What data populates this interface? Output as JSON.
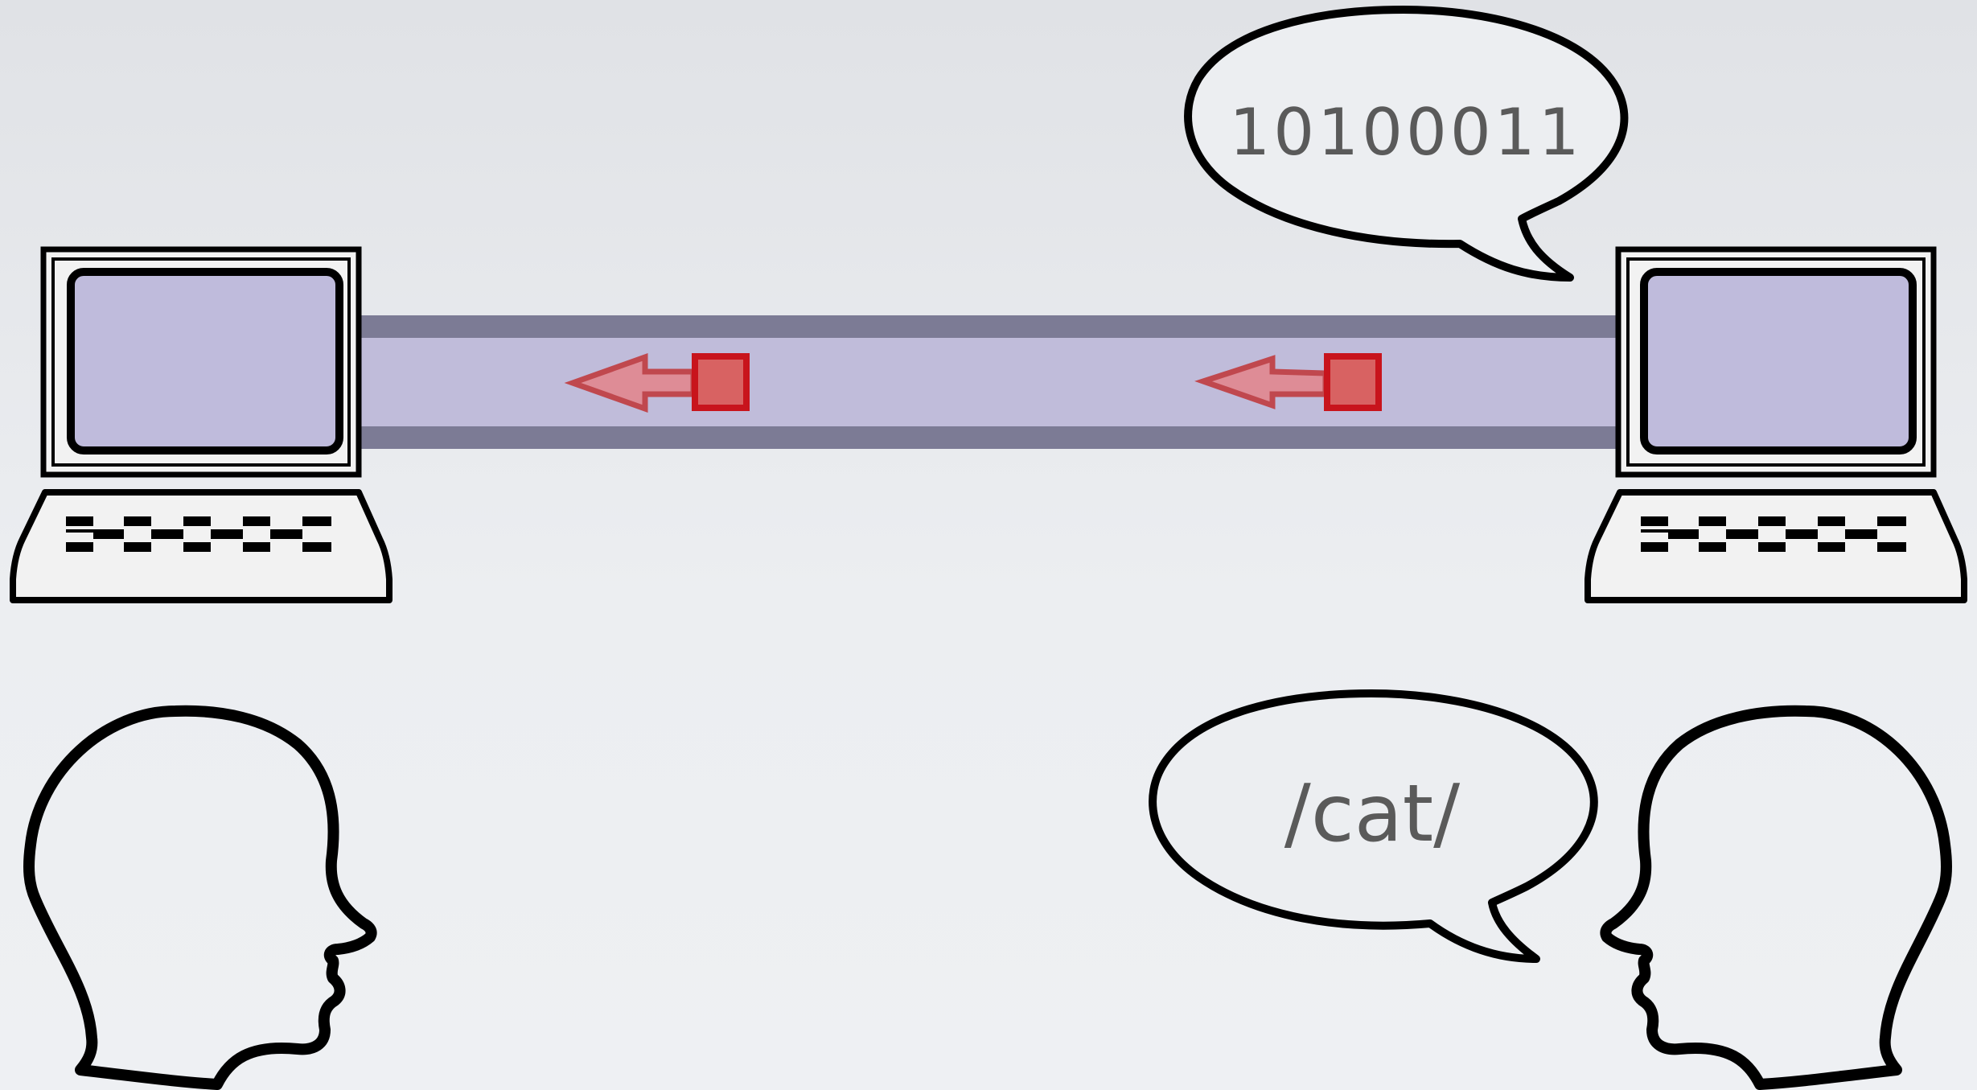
{
  "computer_bubble": {
    "text": "10100011"
  },
  "person_bubble": {
    "text": "/cat/"
  },
  "colors": {
    "screen_fill": "#bfbbdc",
    "channel_fill": "#c0bcda",
    "channel_edge": "#7c7b95",
    "packet_red": "#c8141c",
    "packet_fill": "#d86262",
    "arrow_fill": "#de8c96",
    "arrow_stroke": "#c0484e",
    "outline": "#000000"
  },
  "icons": [
    "computer-left",
    "computer-right",
    "head-left",
    "head-right",
    "speech-bubble",
    "data-packet",
    "left-arrow"
  ]
}
